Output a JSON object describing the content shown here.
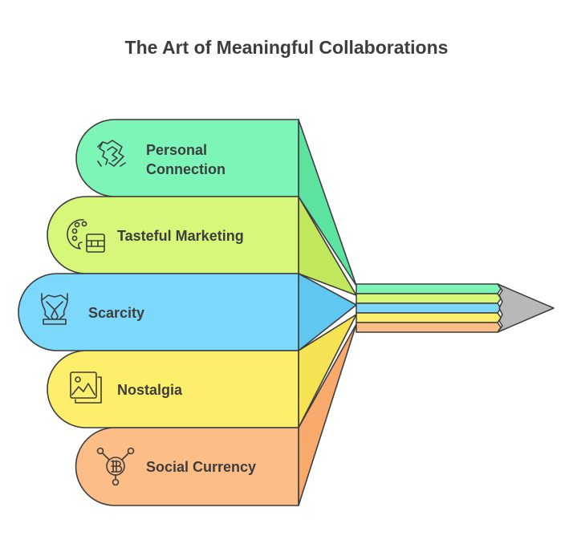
{
  "title": "The Art of Meaningful Collaborations",
  "colors": {
    "stroke": "#3d3d3d",
    "text": "#3d3d3d",
    "background": "#ffffff"
  },
  "items": [
    {
      "lines": [
        "Personal",
        "Connection"
      ],
      "icon": "handshake-icon",
      "color": "#7ef5b8",
      "side": "#5ce39f"
    },
    {
      "lines": [
        "Tasteful Marketing"
      ],
      "icon": "palette-icon",
      "color": "#d6f77a",
      "side": "#c1e85c"
    },
    {
      "lines": [
        "Scarcity"
      ],
      "icon": "necklace-icon",
      "color": "#7dd9fc",
      "side": "#5fc7f0"
    },
    {
      "lines": [
        "Nostalgia"
      ],
      "icon": "photo-album-icon",
      "color": "#fdee6b",
      "side": "#f6e353"
    },
    {
      "lines": [
        "Social Currency"
      ],
      "icon": "bitcoin-network-icon",
      "color": "#fdbd86",
      "side": "#f8aa6d"
    }
  ],
  "pencil": {
    "tip_color": "#b8b8b8",
    "icon": "pencil-icon"
  }
}
